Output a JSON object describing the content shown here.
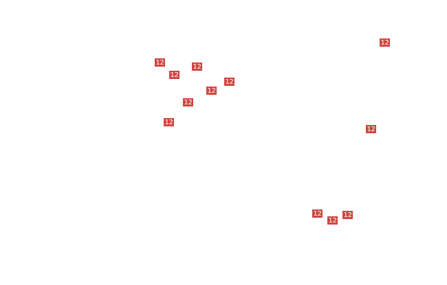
{
  "map": {
    "marker_color": "#cf4540",
    "markers": [
      {
        "label": "12"
      },
      {
        "label": "12"
      },
      {
        "label": "12"
      },
      {
        "label": "12"
      },
      {
        "label": "12"
      },
      {
        "label": "12"
      },
      {
        "label": "12"
      },
      {
        "label": "12"
      },
      {
        "label": "12"
      },
      {
        "label": "12"
      },
      {
        "label": "12"
      },
      {
        "label": "12"
      }
    ]
  }
}
